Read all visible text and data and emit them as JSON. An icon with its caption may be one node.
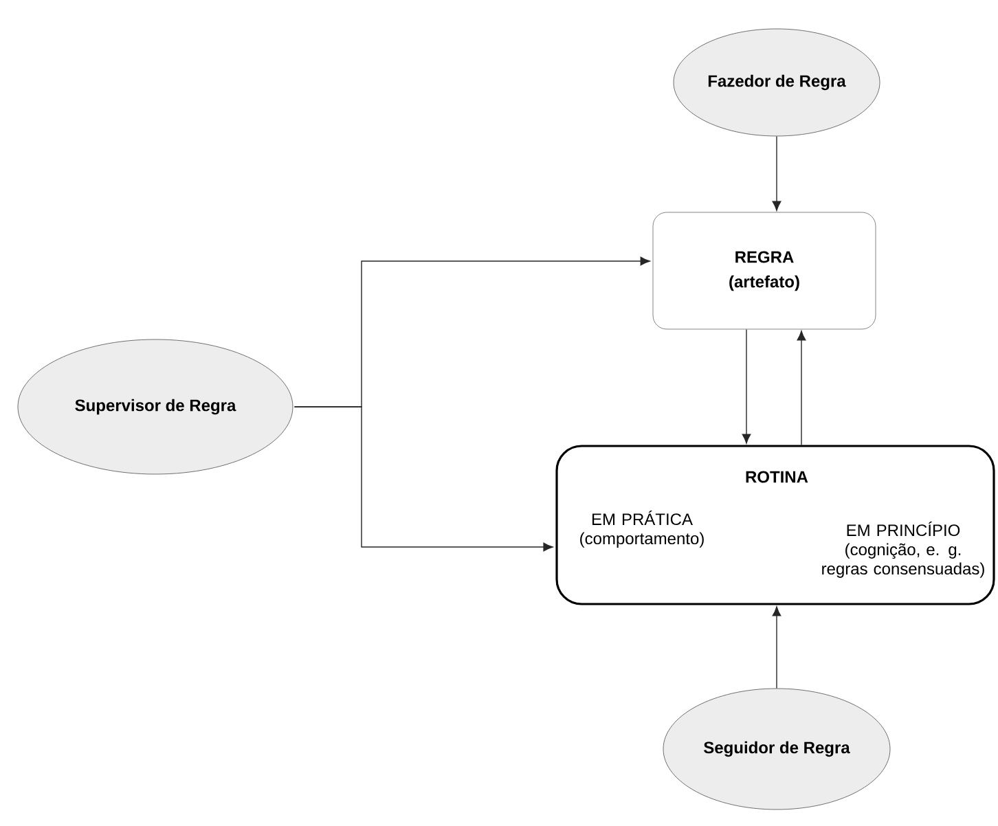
{
  "diagram": {
    "nodes": [
      {
        "text": [
          "Fazedor de Regra"
        ]
      },
      {
        "text": [
          "REGRA",
          "(artefato)"
        ]
      },
      {
        "text": [
          "Supervisor de Regra"
        ]
      },
      {
        "text": [
          "ROTINA",
          "EM PRÁTICA (comportamento)",
          "EM PRINCÍPIO (cognição, e. g. regras consensuadas)"
        ]
      },
      {
        "text": [
          "Seguidor de Regra"
        ]
      }
    ],
    "edges": [
      {
        "from": 0,
        "to": 1,
        "arrow": "to"
      },
      {
        "from": 1,
        "to": 3,
        "arrow": "to"
      },
      {
        "from": 3,
        "to": 1,
        "arrow": "to"
      },
      {
        "from": 2,
        "to": 1,
        "arrow": "to"
      },
      {
        "from": 2,
        "to": 3,
        "arrow": "to"
      },
      {
        "from": 4,
        "to": 3,
        "arrow": "to"
      }
    ]
  }
}
